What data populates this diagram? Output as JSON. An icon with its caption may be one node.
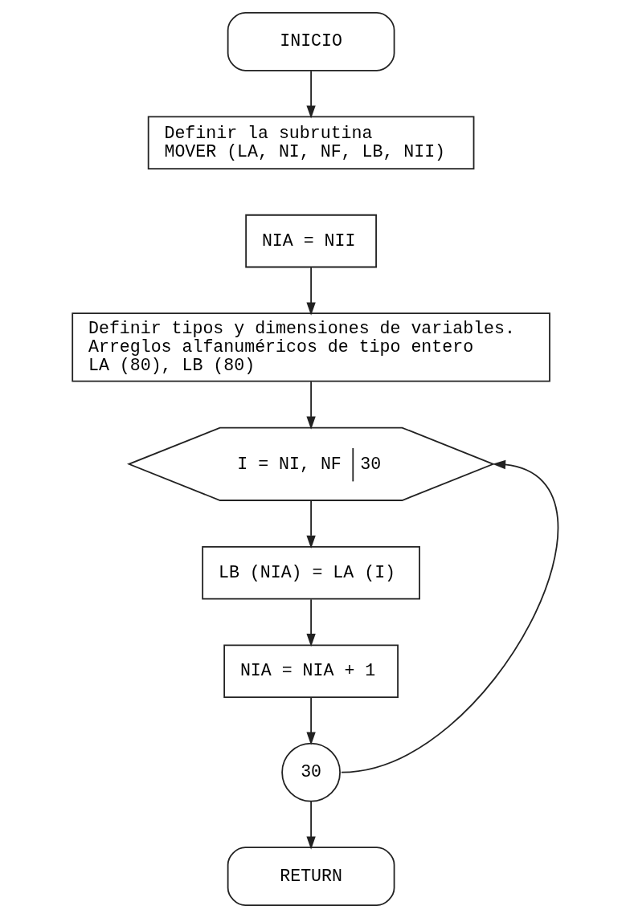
{
  "diagram": {
    "nodes": [
      {
        "text": [
          "INICIO"
        ]
      },
      {
        "text": [
          "Definir la subrutina",
          "MOVER (LA, NI, NF, LB, NII)"
        ]
      },
      {
        "text": [
          "NIA = NII"
        ]
      },
      {
        "text": [
          "Definir tipos y dimensiones de variables.",
          "Arreglos alfanuméricos de tipo entero",
          "LA (80), LB (80)"
        ]
      },
      {
        "text": [
          "I = NI, NF",
          "30"
        ]
      },
      {
        "text": [
          "LB (NIA) = LA (I)"
        ]
      },
      {
        "text": [
          "NIA = NIA + 1"
        ]
      },
      {
        "text": [
          "30"
        ]
      },
      {
        "text": [
          "RETURN"
        ]
      }
    ],
    "edges": [
      {
        "from": 0,
        "to": 1,
        "arrow": "to"
      },
      {
        "from": 2,
        "to": 3,
        "arrow": "to"
      },
      {
        "from": 3,
        "to": 4,
        "arrow": "to"
      },
      {
        "from": 4,
        "to": 5,
        "arrow": "to"
      },
      {
        "from": 5,
        "to": 6,
        "arrow": "to"
      },
      {
        "from": 6,
        "to": 7,
        "arrow": "to"
      },
      {
        "from": 7,
        "to": 4,
        "arrow": "to"
      },
      {
        "from": 7,
        "to": 8,
        "arrow": "to"
      }
    ]
  }
}
